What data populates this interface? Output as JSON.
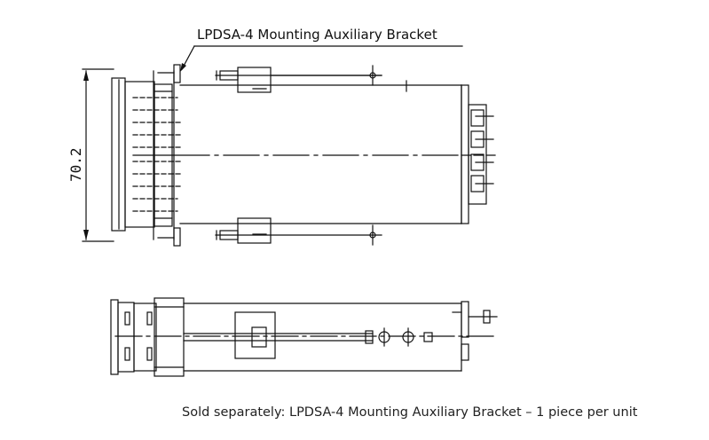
{
  "drawing": {
    "bracket_callout": "LPDSA-4 Mounting Auxiliary Bracket",
    "dimension_height": "70.2"
  },
  "caption": "Sold separately: LPDSA-4 Mounting Auxiliary Bracket – 1 piece per unit"
}
